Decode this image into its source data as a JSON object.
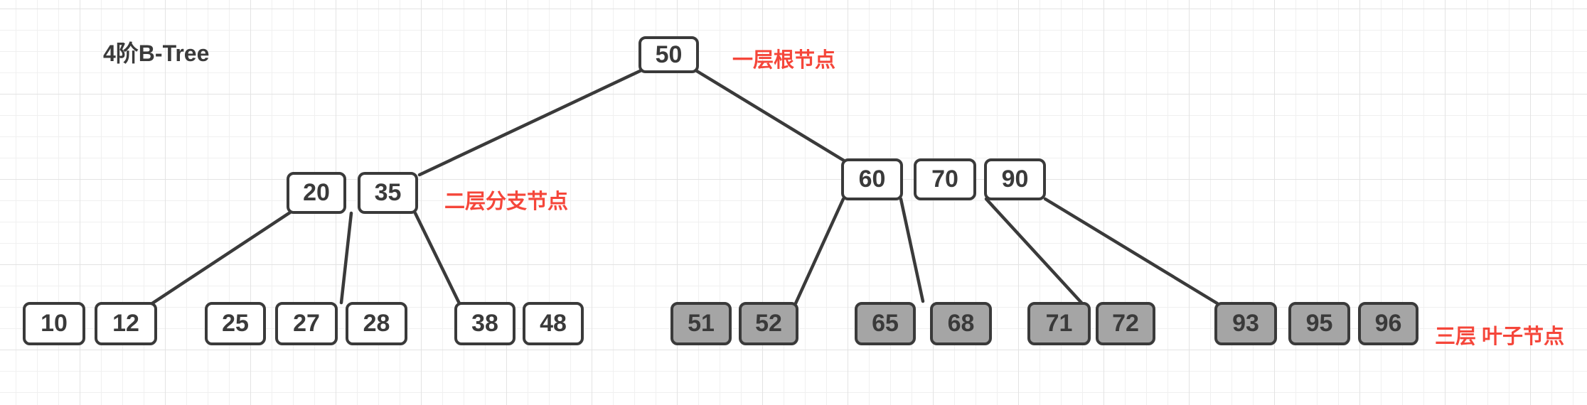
{
  "title": "4阶B-Tree",
  "annotations": {
    "level1": "一层根节点",
    "level2": "二层分支节点",
    "level3": "三层 叶子节点"
  },
  "colors": {
    "annotation_red": "#f5463a",
    "node_border": "#3a3a3a",
    "node_text": "#3a3a3a",
    "white_node_fill": "#ffffff",
    "gray_leaf_fill": "#a5a5a5",
    "grid_minor": "#f0f0f0",
    "grid_major": "#e3e3e3"
  },
  "tree": {
    "type": "b-tree",
    "order": "4",
    "root": {
      "keys": [
        "50"
      ]
    },
    "internal": [
      {
        "keys": [
          "20",
          "35"
        ]
      },
      {
        "keys": [
          "60",
          "70",
          "90"
        ]
      }
    ],
    "leaves": [
      {
        "keys": [
          "10",
          "12"
        ],
        "filled": false
      },
      {
        "keys": [
          "25",
          "27",
          "28"
        ],
        "filled": false
      },
      {
        "keys": [
          "38",
          "48"
        ],
        "filled": false
      },
      {
        "keys": [
          "51",
          "52"
        ],
        "filled": true
      },
      {
        "keys": [
          "65",
          "68"
        ],
        "filled": true
      },
      {
        "keys": [
          "71",
          "72"
        ],
        "filled": true
      },
      {
        "keys": [
          "93",
          "95",
          "96"
        ],
        "filled": true
      }
    ]
  }
}
